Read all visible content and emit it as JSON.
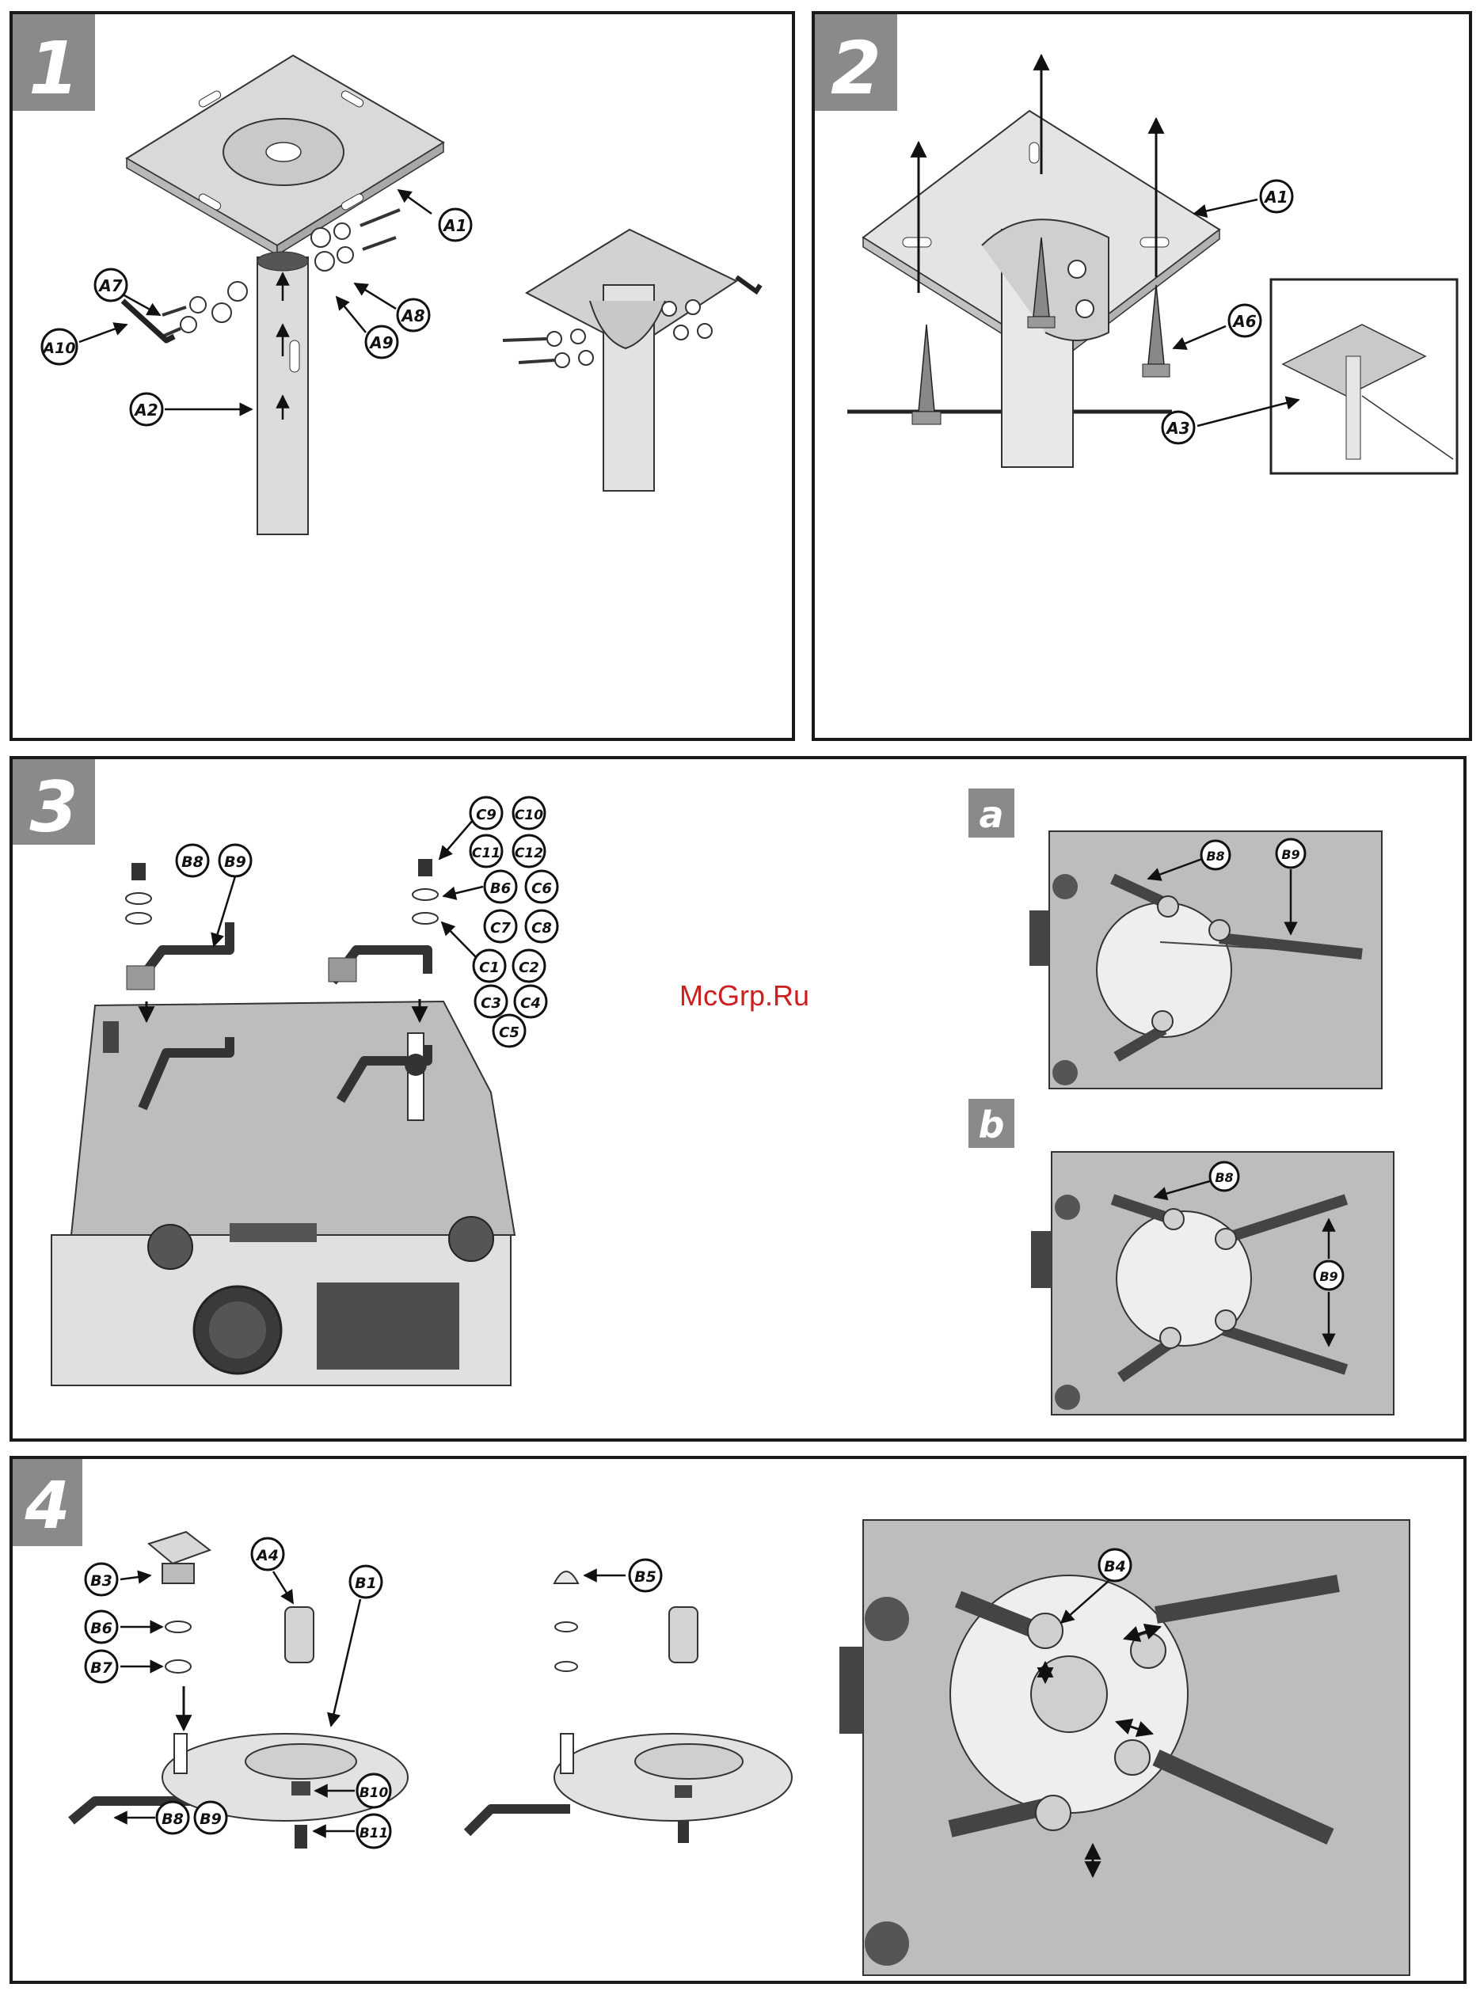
{
  "watermark": "McGrp.Ru",
  "panels": [
    {
      "step": "1",
      "callouts": [
        "A1",
        "A7",
        "A8",
        "A9",
        "A10",
        "A2"
      ]
    },
    {
      "step": "2",
      "callouts": [
        "A1",
        "A6",
        "A3"
      ]
    },
    {
      "step": "3",
      "sub_steps": [
        "a",
        "b"
      ],
      "callouts": [
        "B8",
        "B9",
        "C9",
        "C10",
        "C11",
        "C12",
        "B6",
        "C6",
        "C7",
        "C8",
        "C1",
        "C2",
        "C3",
        "C4",
        "C5"
      ],
      "sub_callouts": {
        "a": [
          "B8",
          "B9"
        ],
        "b": [
          "B8",
          "B9"
        ]
      }
    },
    {
      "step": "4",
      "callouts": [
        "B3",
        "A4",
        "B1",
        "B6",
        "B7",
        "B8",
        "B9",
        "B10",
        "B11",
        "B5",
        "B4"
      ]
    }
  ],
  "colors": {
    "frame": "#1a1a1a",
    "step_tab": "#8a8a8a",
    "metal": "#d9d9d9",
    "projector": "#bdbdbd",
    "watermark": "#cc1f1f"
  }
}
